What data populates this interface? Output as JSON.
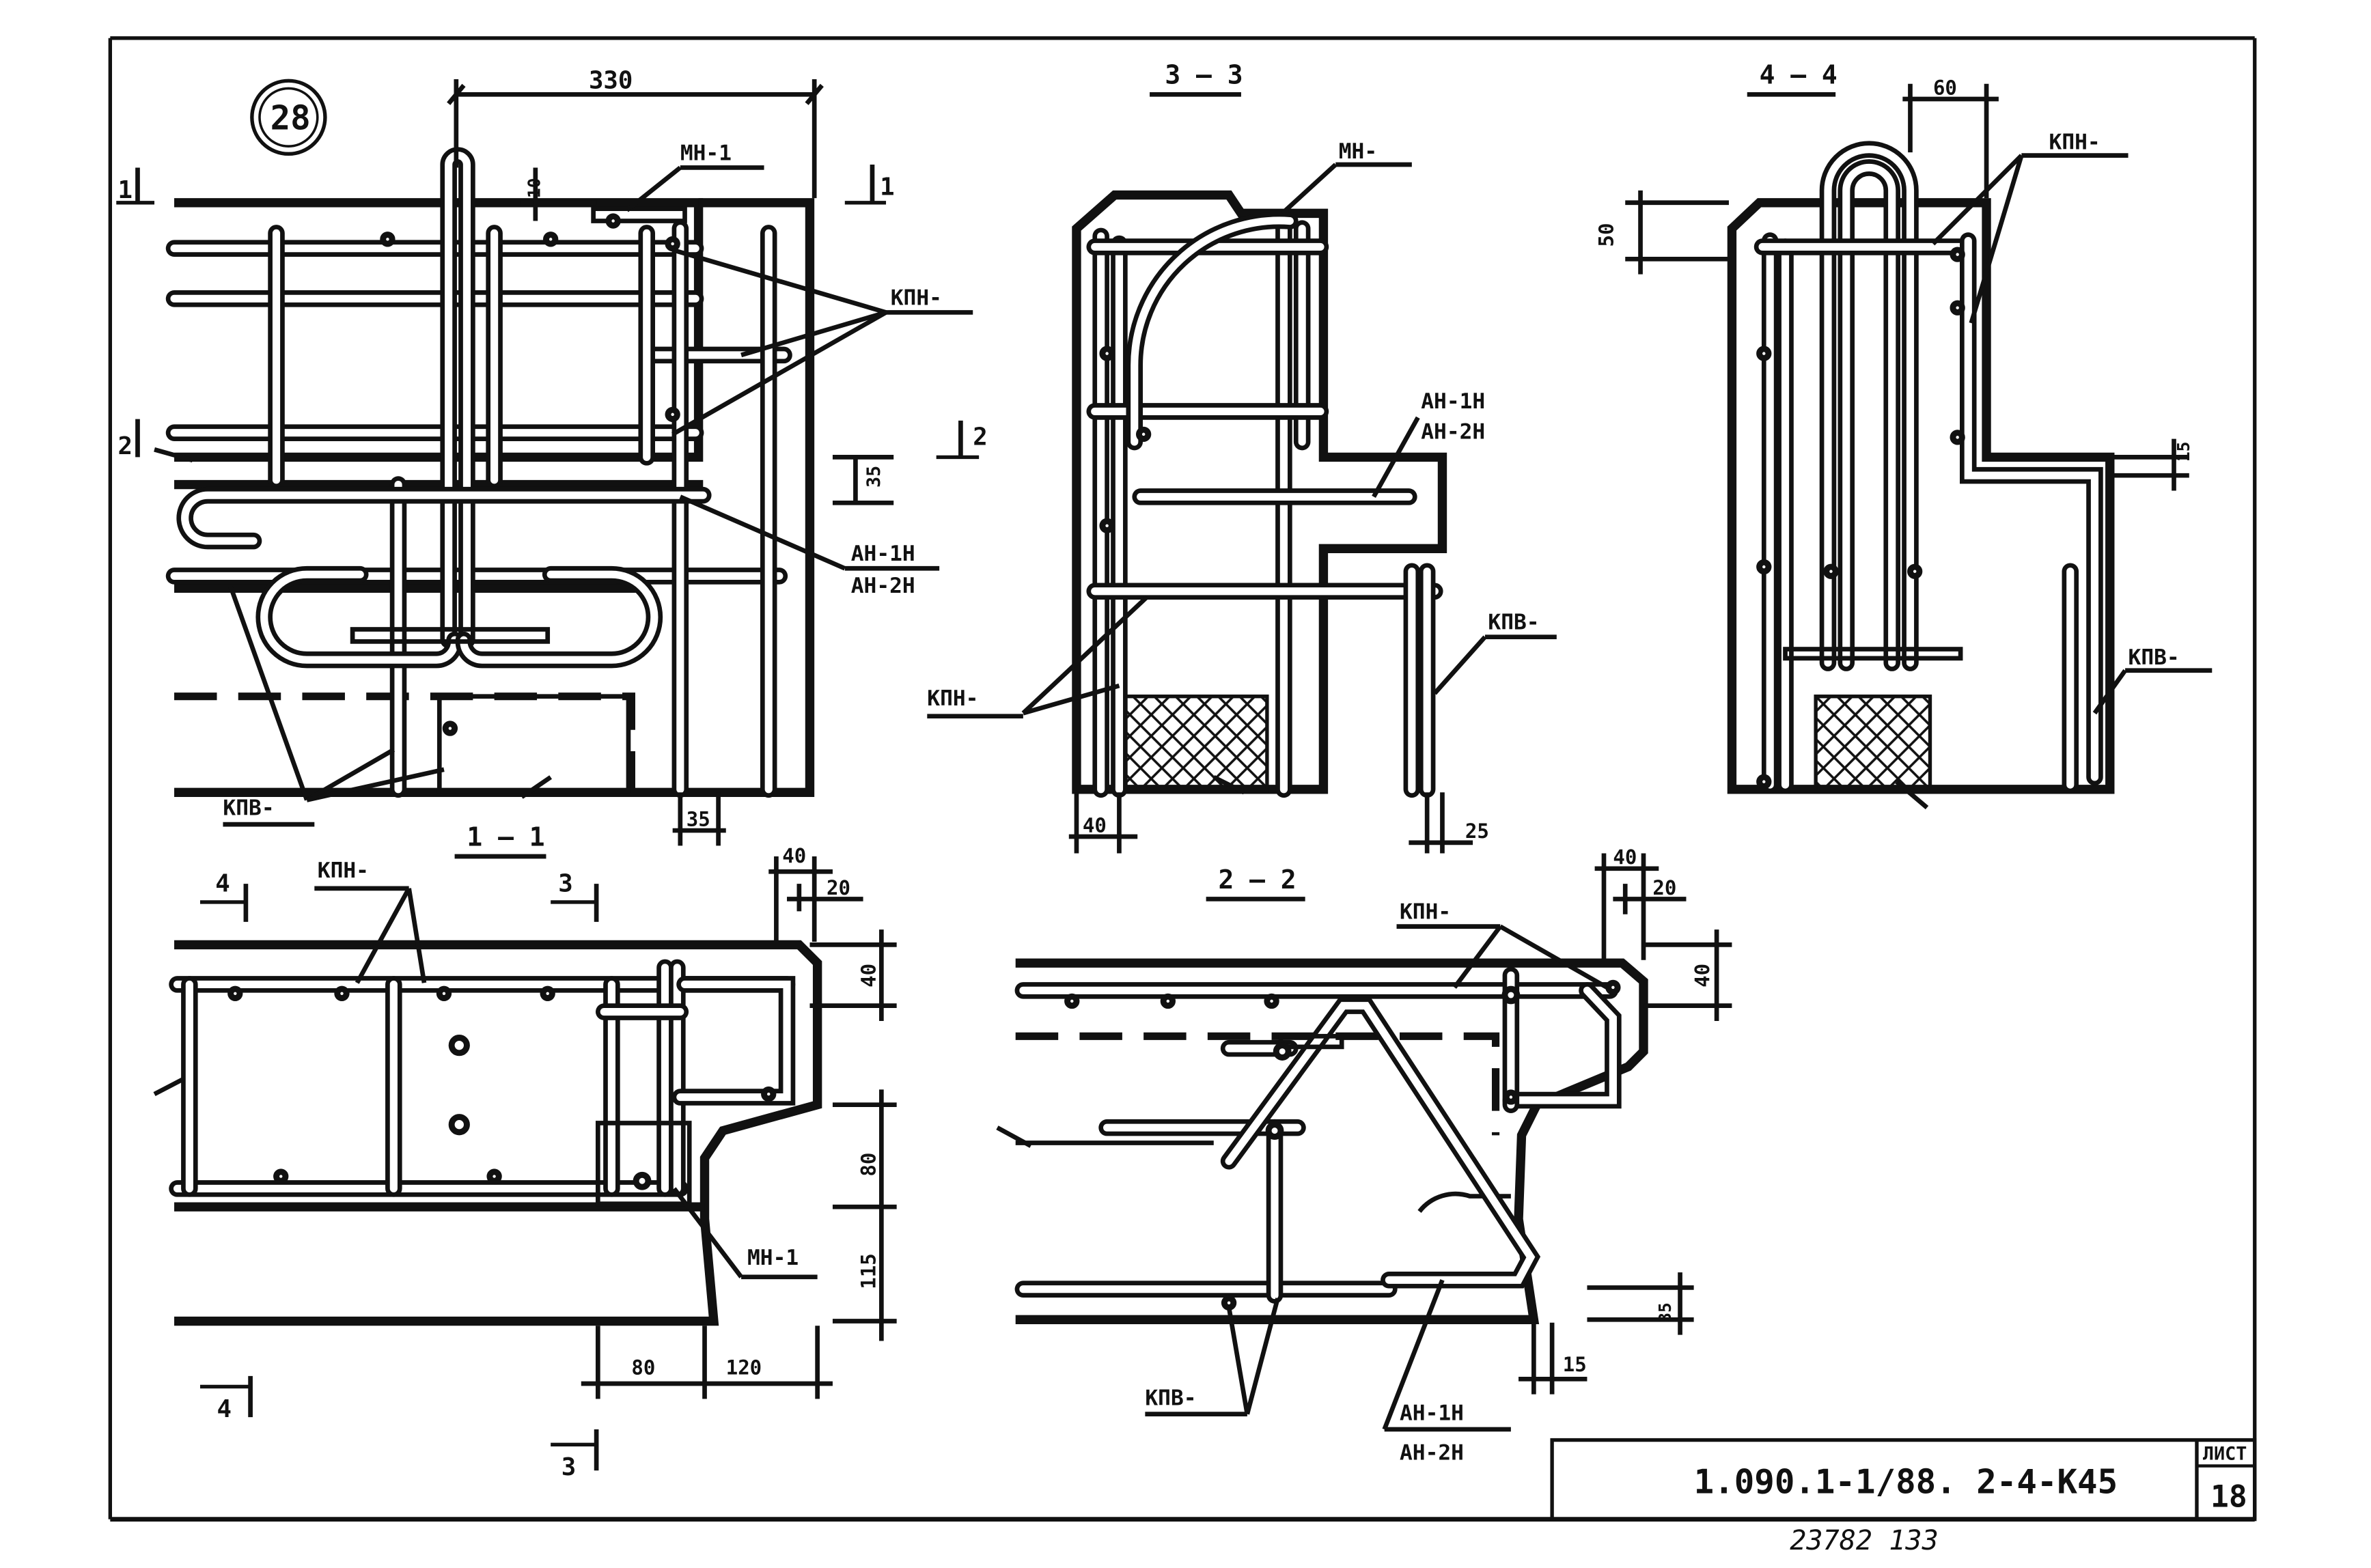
{
  "sheet": {
    "detail_number": "28",
    "designation": "1.090.1-1/88. 2-4-K45",
    "sheet_label": "ЛИСТ",
    "sheet_number": "18",
    "archive_number": "23782  133"
  },
  "views": {
    "elevation": {
      "dim_330": "330",
      "dim_10": "10",
      "dim_35_top": "35",
      "dim_35_bottom": "35",
      "cut_1_left": "1",
      "cut_1_right": "1",
      "cut_2_left": "2",
      "cut_2_right": "2",
      "label_mn1": "МН-1",
      "label_kpn": "КПН-",
      "label_an1": "АН-1Н",
      "label_an2": "АН-2Н",
      "label_kpv": "КПВ-"
    },
    "section_3_3": {
      "title": "3 — 3",
      "label_mn": "МН-",
      "label_an1": "АН-1Н",
      "label_an2": "АН-2Н",
      "label_kpn": "КПН-",
      "label_kpv": "КПВ-",
      "dim_40": "40",
      "dim_25": "25"
    },
    "section_4_4": {
      "title": "4 — 4",
      "dim_60": "60",
      "dim_50": "50",
      "dim_15": "15",
      "label_kpn": "КПН-",
      "label_kpv": "КПВ-"
    },
    "section_1_1": {
      "title": "1 — 1",
      "cut_4_top": "4",
      "cut_3_top": "3",
      "cut_4_bottom": "4",
      "cut_3_bottom": "3",
      "label_kpn": "КПН-",
      "label_mn1": "МН-1",
      "dim_40a": "40",
      "dim_20": "20",
      "dim_40b": "40",
      "dim_80v": "80",
      "dim_115": "115",
      "dim_80h": "80",
      "dim_120": "120"
    },
    "section_2_2": {
      "title": "2 — 2",
      "label_kpn": "КПН-",
      "label_kpv": "КПВ-",
      "label_an1": "АН-1Н",
      "label_an2": "АН-2Н",
      "dim_40a": "40",
      "dim_20": "20",
      "dim_40b": "40",
      "dim_35": "35",
      "dim_15": "15"
    }
  }
}
